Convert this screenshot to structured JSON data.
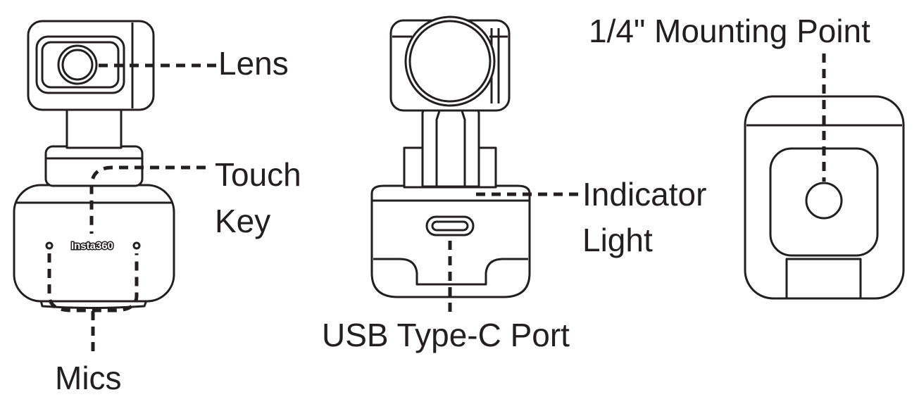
{
  "labels": {
    "lens": "Lens",
    "touch_key_line1": "Touch",
    "touch_key_line2": "Key",
    "mics": "Mics",
    "usb_port": "USB Type-C Port",
    "indicator_line1": "Indicator",
    "indicator_line2": "Light",
    "mounting_point": "1/4\" Mounting Point"
  },
  "brand": "Insta360",
  "colors": {
    "ink": "#231f20",
    "background": "#ffffff"
  }
}
